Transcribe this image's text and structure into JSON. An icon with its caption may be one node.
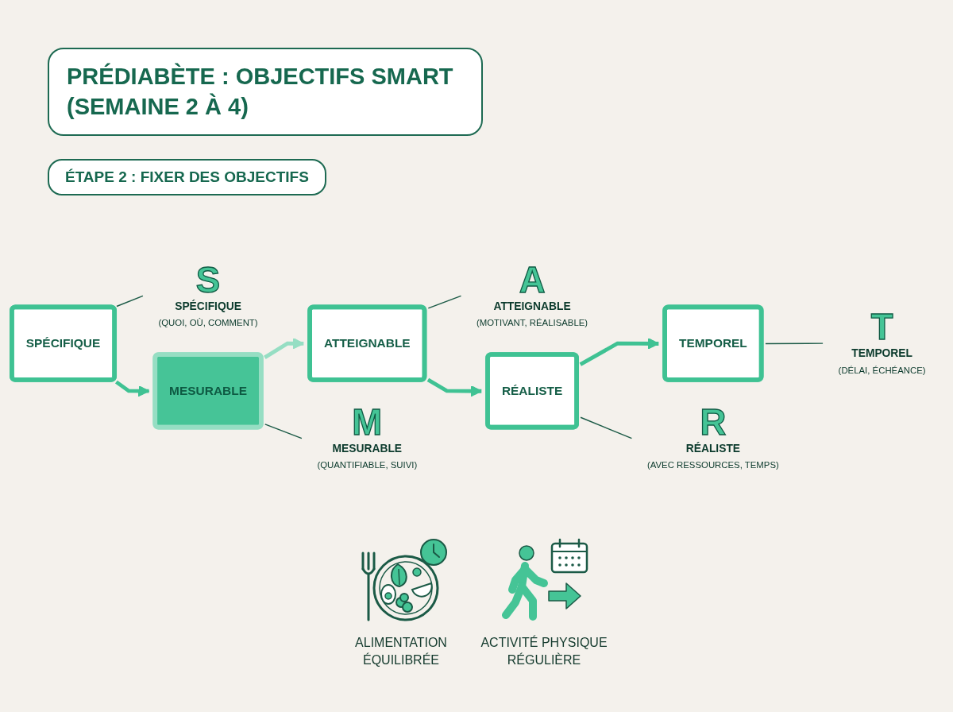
{
  "diagram": {
    "title": "PRÉDIABÈTE : OBJECTIFS SMART (SEMAINE 2 À 4)",
    "nodes": [
      {
        "text": [
          "S",
          "SPÉCIFIQUE",
          "(QUOI, OÙ, COMMENT)"
        ]
      },
      {
        "text": [
          "A",
          "ATTEIGNABLE",
          "(MOTIVANT, RÉALISABLE)"
        ]
      },
      {
        "text": [
          "T",
          "TEMPOREL",
          "(DÉLAI, ÉCHÉANCE)"
        ]
      },
      {
        "text": [
          "SPÉCIFIQUE"
        ]
      },
      {
        "text": [
          "MESURABLE"
        ]
      },
      {
        "text": [
          "ATTEIGNABLE"
        ]
      },
      {
        "text": [
          "RÉALISTE"
        ]
      },
      {
        "text": [
          "TEMPOREL"
        ]
      },
      {
        "text": [
          "M",
          "MESURABLE",
          "(QUANTIFIABLE, SUIVI)"
        ]
      },
      {
        "text": [
          "R",
          "RÉALISTE",
          "(AVEC RESSOURCES, TEMPS)"
        ]
      }
    ],
    "edges": [
      {
        "from": 3,
        "to": 0,
        "arrow": "none"
      },
      {
        "from": 3,
        "to": 4,
        "arrow": "to",
        "style": "thick",
        "color": "#3fc293"
      },
      {
        "from": 4,
        "to": 5,
        "arrow": "to",
        "style": "thick",
        "color": "#96dec3"
      },
      {
        "from": 4,
        "to": 8,
        "arrow": "none"
      },
      {
        "from": 5,
        "to": 1,
        "arrow": "none"
      },
      {
        "from": 5,
        "to": 6,
        "arrow": "to",
        "style": "thick",
        "color": "#3fc293"
      },
      {
        "from": 6,
        "to": 7,
        "arrow": "to",
        "style": "thick",
        "color": "#3fc293"
      },
      {
        "from": 6,
        "to": 9,
        "arrow": "none"
      },
      {
        "from": 7,
        "to": 2,
        "arrow": "none"
      }
    ],
    "labels": [
      "ÉTAPE 2 : FIXER DES OBJECTIFS",
      "ALIMENTATION ÉQUILIBRÉE",
      "ACTIVITÉ PHYSIQUE RÉGULIÈRE"
    ]
  }
}
